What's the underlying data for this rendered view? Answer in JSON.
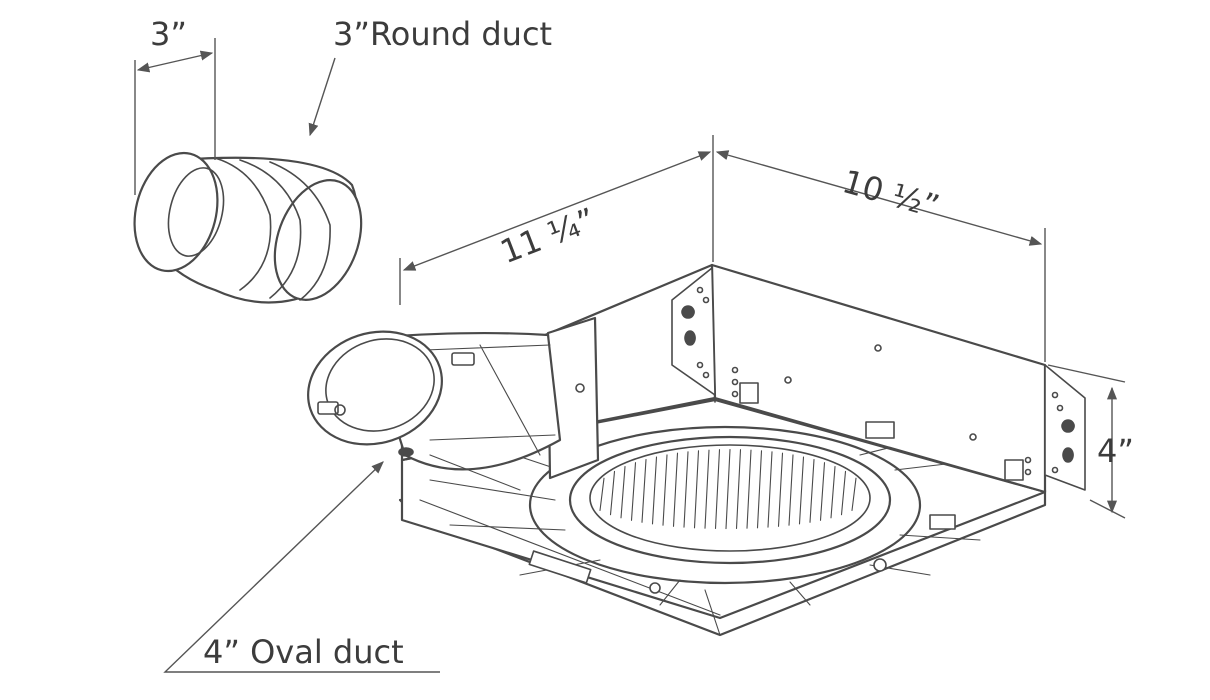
{
  "labels": {
    "round_width": "3”",
    "round_duct": "3”Round duct",
    "length": "11 ¼”",
    "width": "10 ½”",
    "height": "4”",
    "oval_duct": "4” Oval duct"
  }
}
